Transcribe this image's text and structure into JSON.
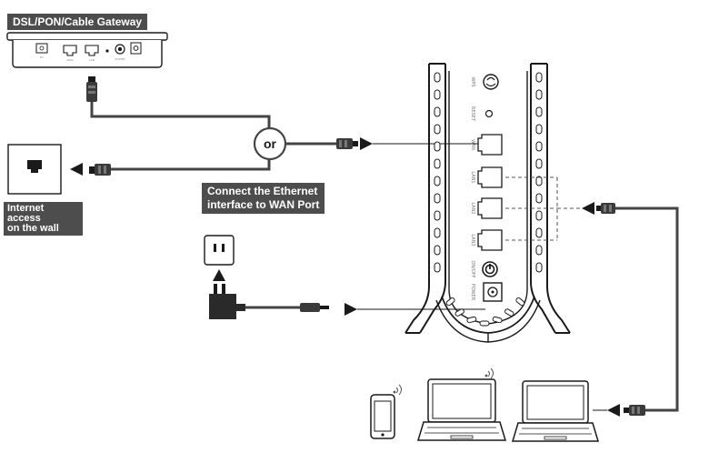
{
  "labels": {
    "gateway": "DSL/PON/Cable Gateway",
    "connect_line1": "Connect the Ethernet",
    "connect_line2": "interface to WAN Port",
    "wall_line1": "Internet access",
    "wall_line2": "on the wall",
    "or": "or"
  },
  "router": {
    "wps": "WPS",
    "reset": "RESET",
    "wan": "WAN",
    "lan1": "LAN1",
    "lan2": "LAN2",
    "lan3": "LAN3",
    "on_off": "ON/OFF",
    "power": "POWER"
  },
  "gateway_ports": {
    "dc": "DC",
    "wan": "WAN",
    "lan": "LAN",
    "power": "POWER"
  },
  "colors": {
    "line": "#1a1a1a",
    "cable": "#444444",
    "label_bg": "#4d4d4d"
  }
}
